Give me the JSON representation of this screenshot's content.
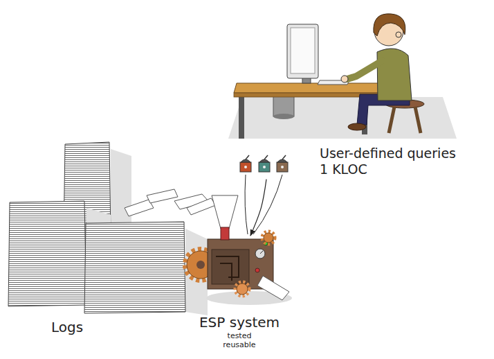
{
  "diagram": {
    "nodes": [
      {
        "text": [
          "User-defined queries",
          "1 KLOC"
        ]
      },
      {
        "text": [
          "Logs"
        ]
      },
      {
        "text": [
          "ESP system",
          "tested reusable"
        ]
      }
    ],
    "edges": [
      {
        "from": 0,
        "to": 2,
        "arrow": "to"
      }
    ]
  }
}
